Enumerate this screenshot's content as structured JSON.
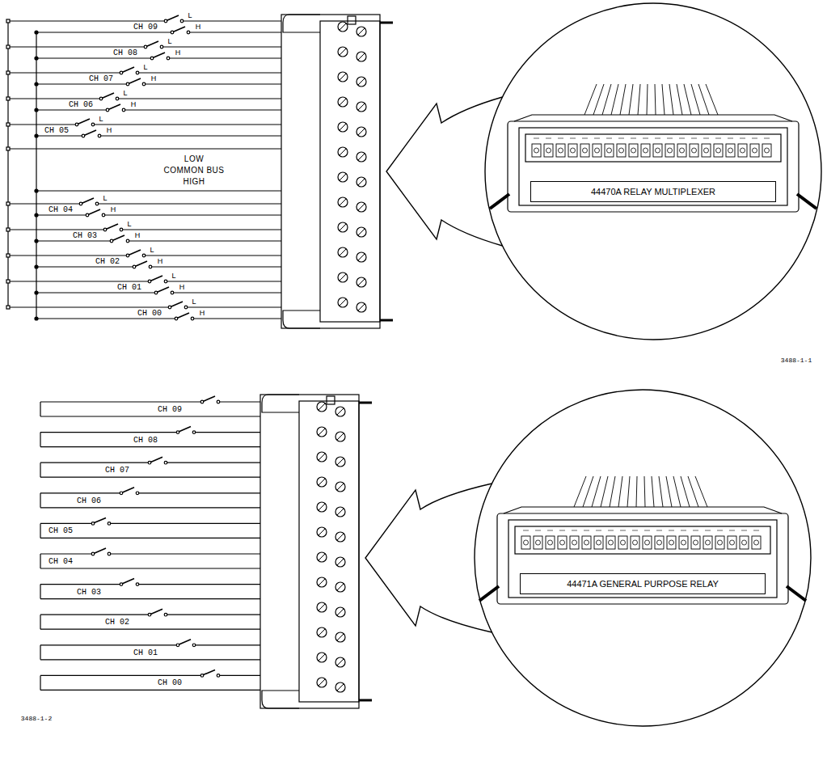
{
  "diagram": {
    "nodes": [
      {
        "text": [
          "44470A RELAY MULTIPLEXER"
        ]
      },
      {
        "text": [
          "44471A GENERAL PURPOSE RELAY"
        ]
      }
    ],
    "labels": [
      "CH 09",
      "L",
      "H",
      "CH 08",
      "L",
      "H",
      "CH 07",
      "L",
      "H",
      "CH 06",
      "L",
      "H",
      "CH 05",
      "L",
      "H",
      "LOW",
      "COMMON BUS",
      "HIGH",
      "CH 04",
      "L",
      "H",
      "CH 03",
      "L",
      "H",
      "CH 02",
      "L",
      "H",
      "CH 01",
      "L",
      "H",
      "CH 00",
      "L",
      "H",
      "3488-1-1",
      "CH 09",
      "CH 08",
      "CH 07",
      "CH 06",
      "CH 05",
      "CH 04",
      "CH 03",
      "CH 02",
      "CH 01",
      "CH 00",
      "3488-1-2"
    ]
  }
}
